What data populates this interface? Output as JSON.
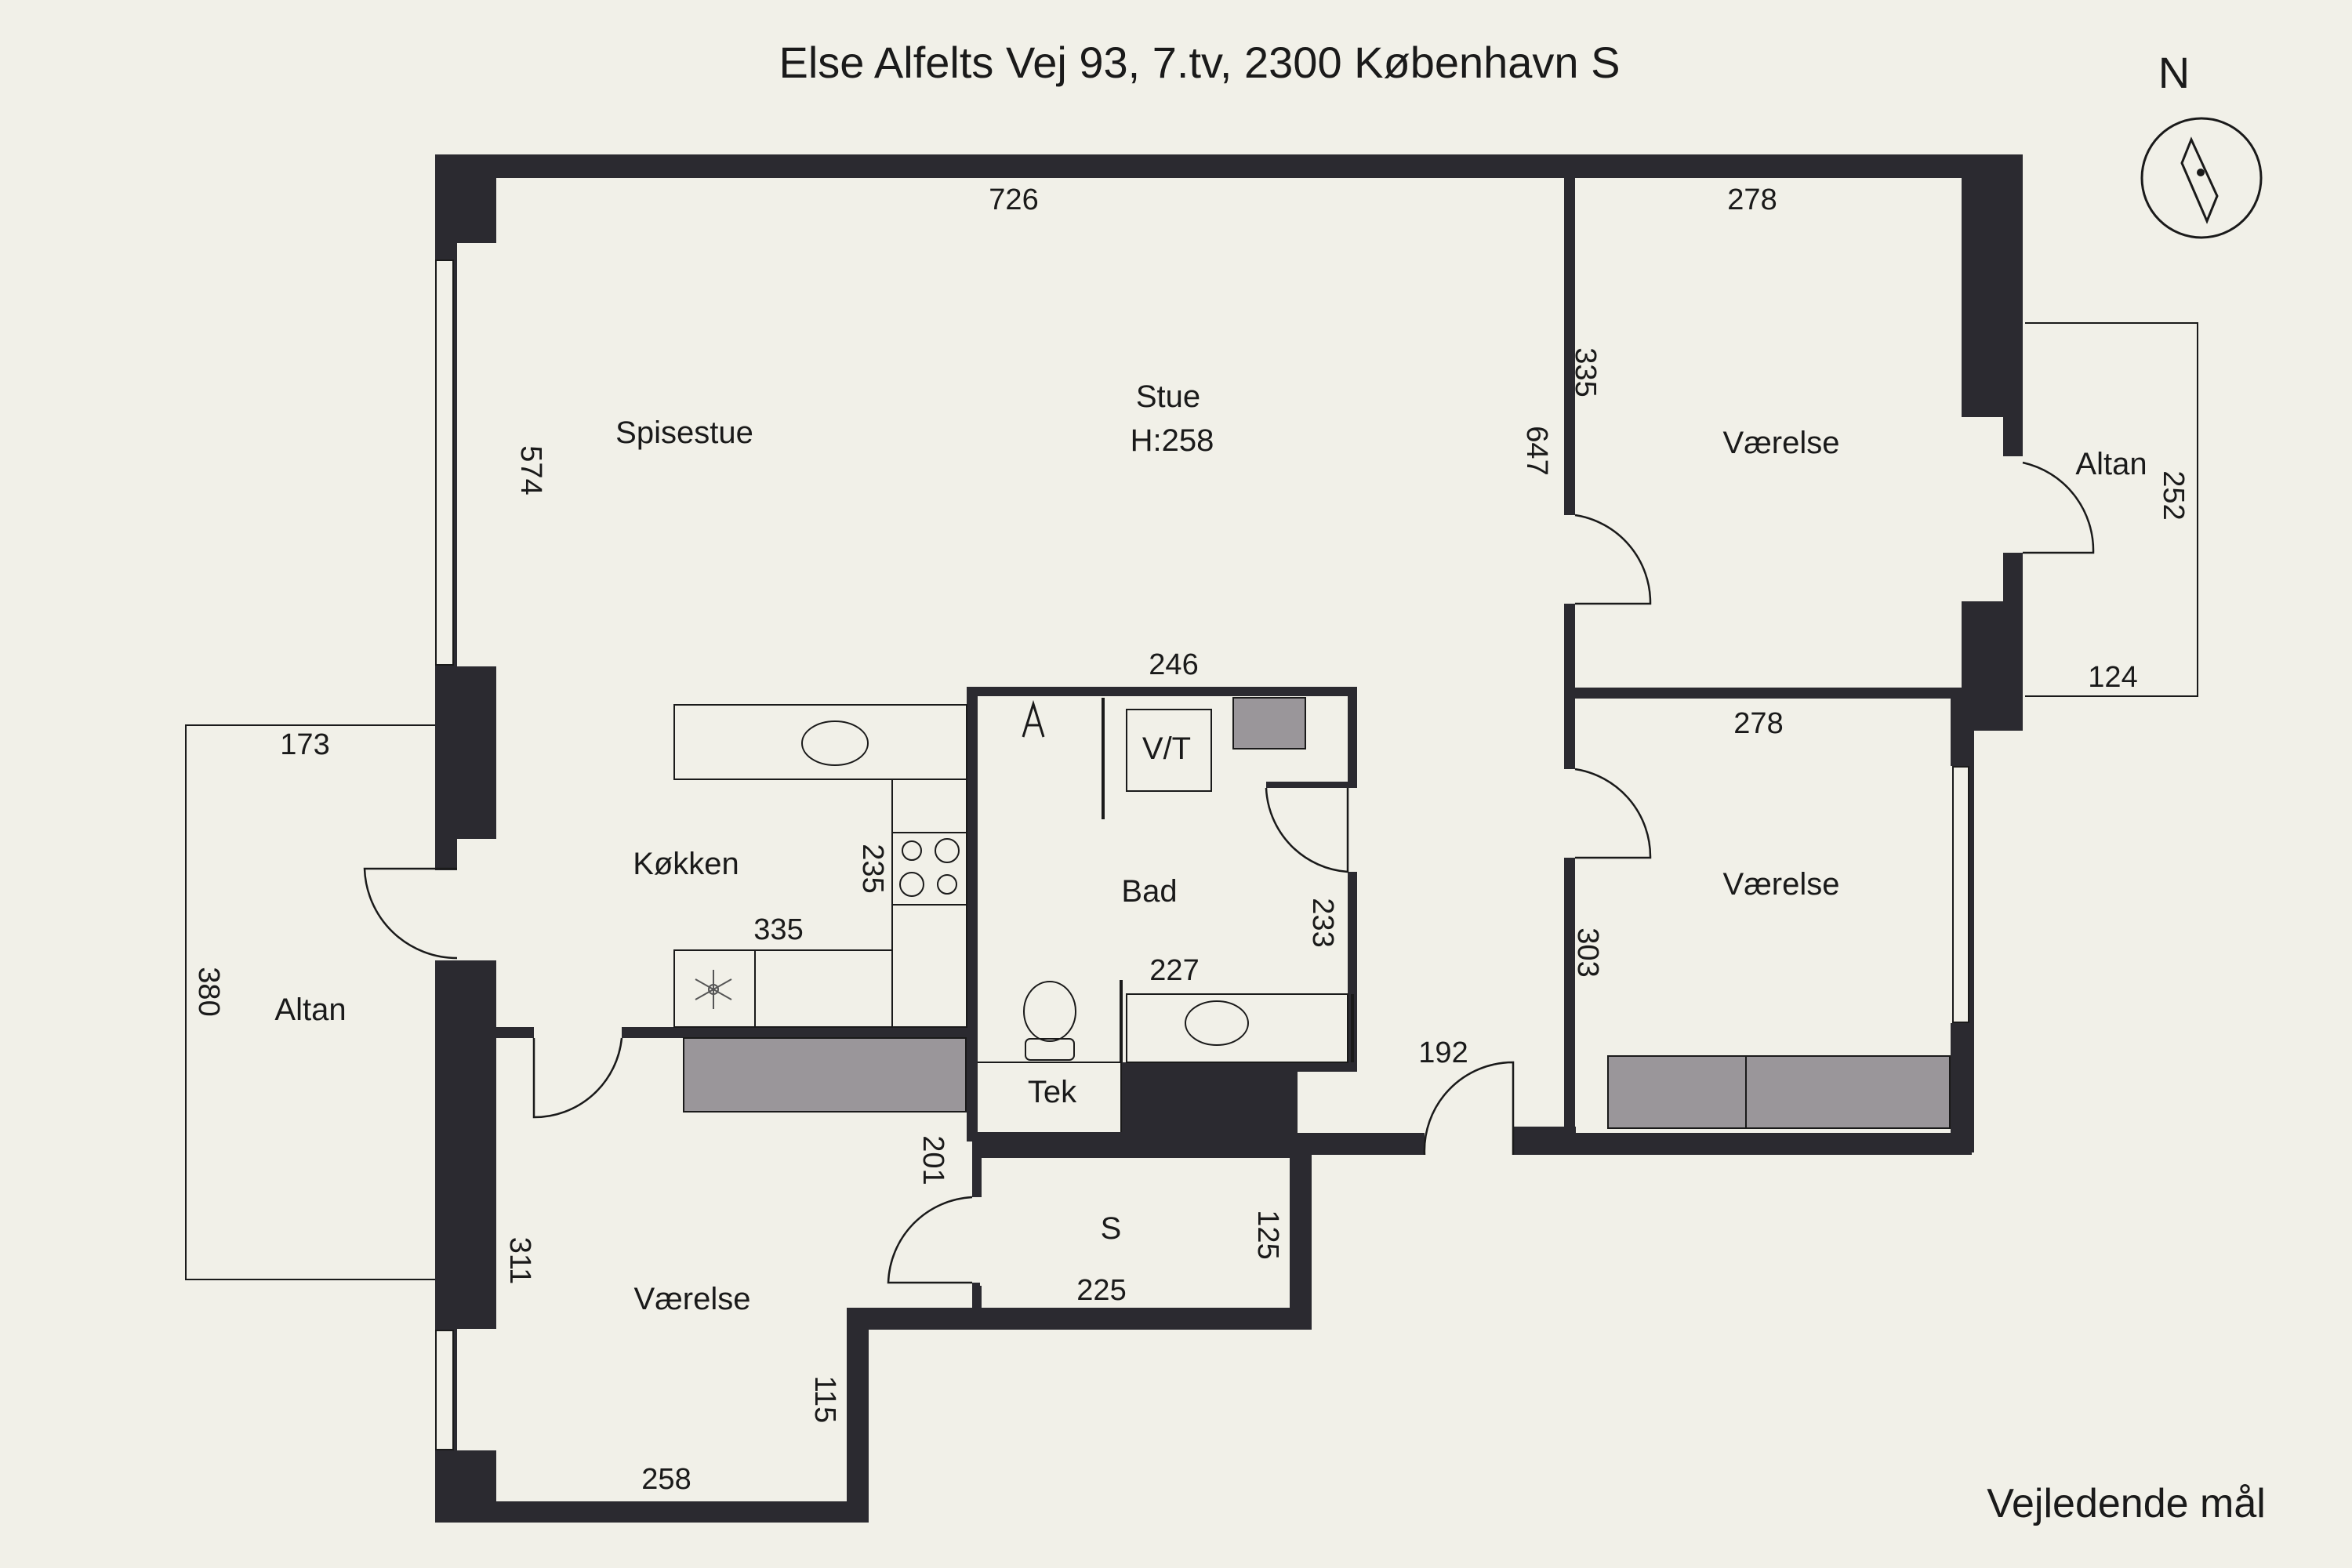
{
  "header": {
    "title": "Else Alfelts Vej 93, 7.tv, 2300 København S"
  },
  "compass": {
    "label": "N"
  },
  "footer": {
    "note": "Vejledende mål"
  },
  "rooms": {
    "stue": "Stue",
    "stue_height": "H:258",
    "spisestue": "Spisestue",
    "koekken": "Køkken",
    "bad": "Bad",
    "vt": "V/T",
    "tek": "Tek",
    "s": "S",
    "vaerelse_top_right": "Værelse",
    "vaerelse_mid_right": "Værelse",
    "vaerelse_bottom_left": "Værelse",
    "altan_right": "Altan",
    "altan_left": "Altan"
  },
  "dimensions": {
    "stue_width": "726",
    "stue_depth": "574",
    "stue_right": "647",
    "room1_width": "278",
    "room1_depth": "335",
    "altan_right_depth": "252",
    "altan_right_width": "124",
    "bad_width": "246",
    "room2_width": "278",
    "room2_depth": "303",
    "altan_left_width": "173",
    "altan_left_depth": "380",
    "kitchen_depth": "235",
    "kitchen_width": "335",
    "bad_depth": "233",
    "bad_inner_width": "227",
    "hall_door": "192",
    "s_depth": "201",
    "s_right": "125",
    "s_width": "225",
    "room3_depth": "311",
    "room3_step": "115",
    "room3_width": "258"
  },
  "colors": {
    "background": "#f1f0e8",
    "wall": "#2b2a30",
    "fixture": "#9a969a",
    "line": "#1a1a1a"
  }
}
